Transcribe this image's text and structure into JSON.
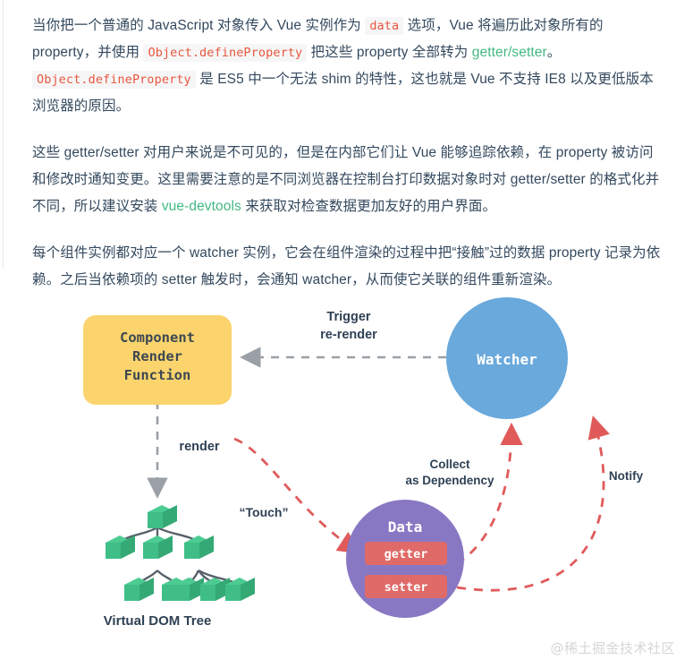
{
  "article": {
    "paragraphs": [
      {
        "id": "p1",
        "runs": [
          {
            "type": "text",
            "text": "当你把一个普通的 JavaScript 对象传入 Vue 实例作为 "
          },
          {
            "type": "code",
            "text": "data"
          },
          {
            "type": "text",
            "text": " 选项，Vue 将遍历此对象所有的 property，并使用 "
          },
          {
            "type": "code",
            "text": "Object.defineProperty"
          },
          {
            "type": "text",
            "text": " 把这些 property 全部转为 "
          },
          {
            "type": "link",
            "text": "getter/setter"
          },
          {
            "type": "text",
            "text": "。"
          },
          {
            "type": "code",
            "text": "Object.defineProperty"
          },
          {
            "type": "text",
            "text": " 是 ES5 中一个无法 shim 的特性，这也就是 Vue 不支持 IE8 以及更低版本浏览器的原因。"
          }
        ]
      },
      {
        "id": "p2",
        "runs": [
          {
            "type": "text",
            "text": "这些 getter/setter 对用户来说是不可见的，但是在内部它们让 Vue 能够追踪依赖，在 property 被访问和修改时通知变更。这里需要注意的是不同浏览器在控制台打印数据对象时对 getter/setter 的格式化并不同，所以建议安装 "
          },
          {
            "type": "link",
            "text": "vue-devtools"
          },
          {
            "type": "text",
            "text": " 来获取对检查数据更加友好的用户界面。"
          }
        ]
      },
      {
        "id": "p3",
        "runs": [
          {
            "type": "text",
            "text": "每个组件实例都对应一个 watcher 实例，它会在组件渲染的过程中把“接触”过的数据 property 记录为依赖。之后当依赖项的 setter 触发时，会通知 watcher，从而使它关联的组件重新渲染。"
          }
        ]
      }
    ]
  },
  "diagram": {
    "component_box": {
      "lines": [
        "Component",
        "Render",
        "Function"
      ],
      "fill": "#FBD46D",
      "text_color": "#3d4852"
    },
    "watcher_node": {
      "label": "Watcher",
      "fill": "#6AA9DC",
      "text_color": "#ffffff"
    },
    "data_node": {
      "label": "Data",
      "fill": "#8878C3",
      "text_color": "#ffffff",
      "accessors": [
        {
          "label": "getter",
          "fill": "#DF6A68"
        },
        {
          "label": "setter",
          "fill": "#DF6A68"
        }
      ]
    },
    "vdom": {
      "label": "Virtual DOM Tree",
      "cube_color": "#3FBF87",
      "cube_top": "#4CCB92",
      "cube_side": "#35A975",
      "edge_color": "#58616b",
      "label_color": "#2f4154"
    },
    "edges": [
      {
        "id": "trigger-re-render",
        "label_lines": [
          "Trigger",
          "re-render"
        ],
        "style": "dashed-gray",
        "color": "#9aa0a6"
      },
      {
        "id": "render",
        "label_lines": [
          "render"
        ],
        "style": "dashed-gray",
        "color": "#9aa0a6"
      },
      {
        "id": "touch",
        "label_lines": [
          "“Touch”"
        ],
        "style": "dashed-red",
        "color": "#E05A5A"
      },
      {
        "id": "collect-as-dependency",
        "label_lines": [
          "Collect",
          "as Dependency"
        ],
        "style": "dashed-red",
        "color": "#E05A5A"
      },
      {
        "id": "notify",
        "label_lines": [
          "Notify"
        ],
        "style": "dashed-red",
        "color": "#E05A5A"
      }
    ],
    "label_color": "#2f4154"
  },
  "watermark": {
    "text": "@稀土掘金技术社区"
  },
  "colors": {
    "text": "#34495e",
    "code_text": "#e8563f",
    "code_bg": "#f6f6f6",
    "link": "#42b983",
    "yellow": "#FBD46D",
    "blue": "#6AA9DC",
    "purple": "#8878C3",
    "red": "#DF6A68",
    "green": "#3FBF87",
    "gray_arrow": "#9aa0a6",
    "red_arrow": "#E05A5A"
  }
}
